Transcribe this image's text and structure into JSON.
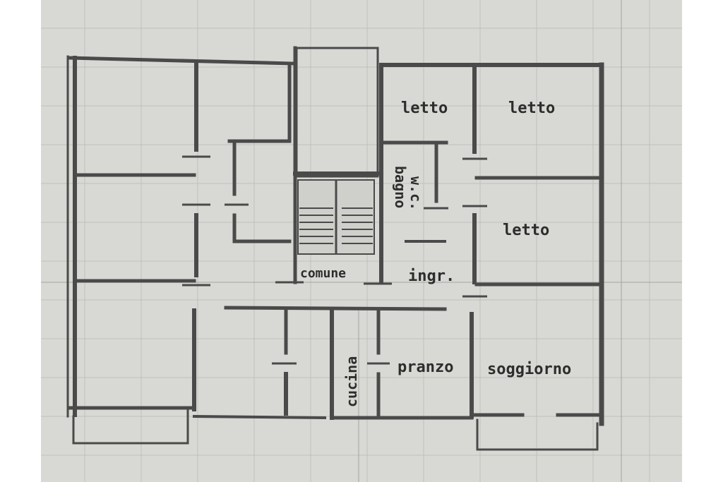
{
  "plan": {
    "rooms": {
      "letto_1": "letto",
      "letto_2": "letto",
      "letto_3": "letto",
      "bagno": "bagno",
      "wc": "w.c.",
      "comune": "comune",
      "ingresso": "ingr.",
      "cucina": "cucina",
      "pranzo": "pranzo",
      "soggiorno": "soggiorno"
    },
    "colors": {
      "paper": "#d8d8d4",
      "wall": "#4a4a4a",
      "grid": "#b9bab5",
      "ink": "#2d2d2d"
    }
  }
}
